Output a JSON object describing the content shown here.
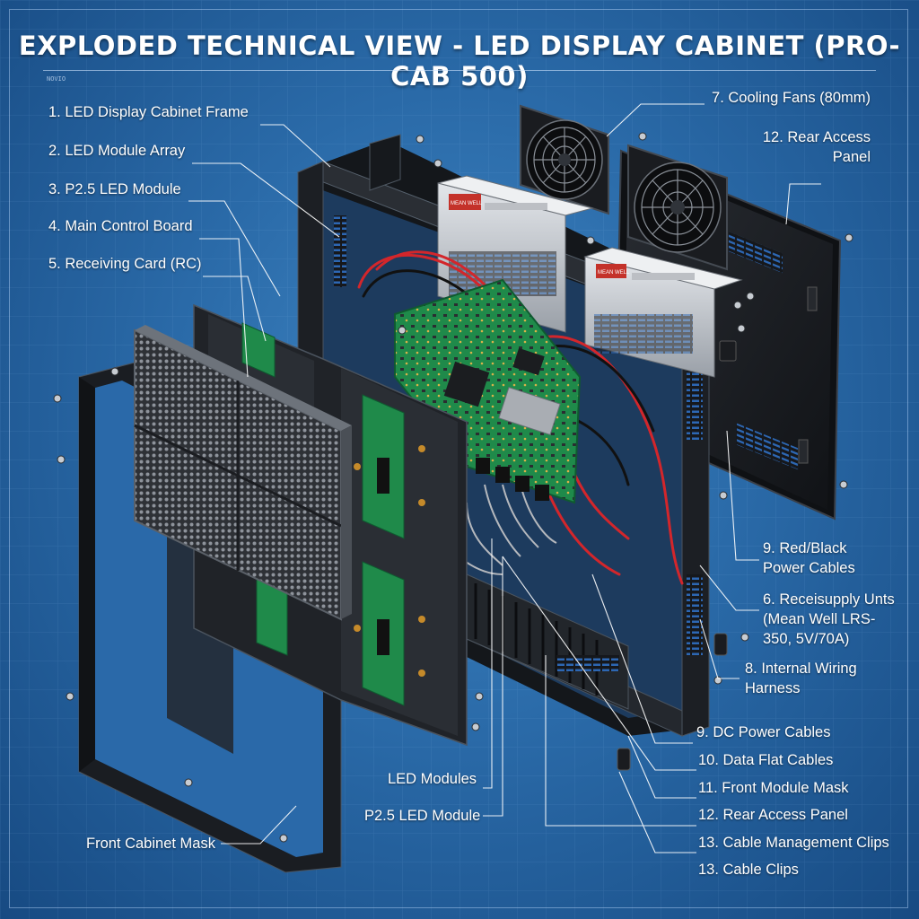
{
  "title": "EXPLODED TECHNICAL VIEW - LED DISPLAY CABINET (PRO-CAB 500)",
  "tiny_marks": [
    "NOVIO"
  ],
  "labels_left": [
    {
      "id": "cabinet-frame",
      "text": "1. LED Display Cabinet Frame"
    },
    {
      "id": "module-array",
      "text": "2. LED Module Array"
    },
    {
      "id": "p25-module",
      "text": "3. P2.5 LED Module"
    },
    {
      "id": "main-control",
      "text": "4. Main Control Board"
    },
    {
      "id": "receiving-card",
      "text": "5. Receiving Card (RC)"
    }
  ],
  "labels_right": [
    {
      "id": "cooling-fans",
      "text": "7. Cooling Fans (80mm)"
    },
    {
      "id": "rear-access-1",
      "lines": [
        "12. Rear Access",
        "Panel"
      ]
    },
    {
      "id": "power-cables",
      "lines": [
        "9.  Red/Black",
        "Power Cables"
      ]
    },
    {
      "id": "psu",
      "lines": [
        "6.  Receisupply Unts",
        "(Mean Well LRS-",
        "350, 5V/70A)"
      ]
    },
    {
      "id": "wiring-harness",
      "lines": [
        "8.  Internal Wiring",
        "Harness"
      ]
    },
    {
      "id": "dc-cables",
      "text": "9.  DC Power Cables"
    },
    {
      "id": "data-cables",
      "text": "10. Data Flat Cables"
    },
    {
      "id": "front-module-mask",
      "text": "11. Front Module Mask"
    },
    {
      "id": "rear-access-2",
      "text": "12. Rear Access Panel"
    },
    {
      "id": "cable-mgmt-clips",
      "text": "13. Cable Management Clips"
    },
    {
      "id": "cable-clips",
      "text": "13. Cable Clips"
    }
  ],
  "labels_bottom": [
    {
      "id": "led-modules",
      "text": "LED Modules"
    },
    {
      "id": "p25-module-bottom",
      "text": "P2.5 LED Module"
    },
    {
      "id": "front-cabinet-mask",
      "text": "Front Cabinet Mask"
    }
  ],
  "psu_stickers": [
    "MEAN WELL",
    "MEAN WELL"
  ],
  "colors": {
    "background": "#2a6aa8",
    "frame": "#1c1f24",
    "pcb": "#1f8a4a",
    "cable_red": "#d3262b",
    "cable_black": "#111111",
    "psu": "#c9ccd1",
    "label": "#ffffff"
  }
}
